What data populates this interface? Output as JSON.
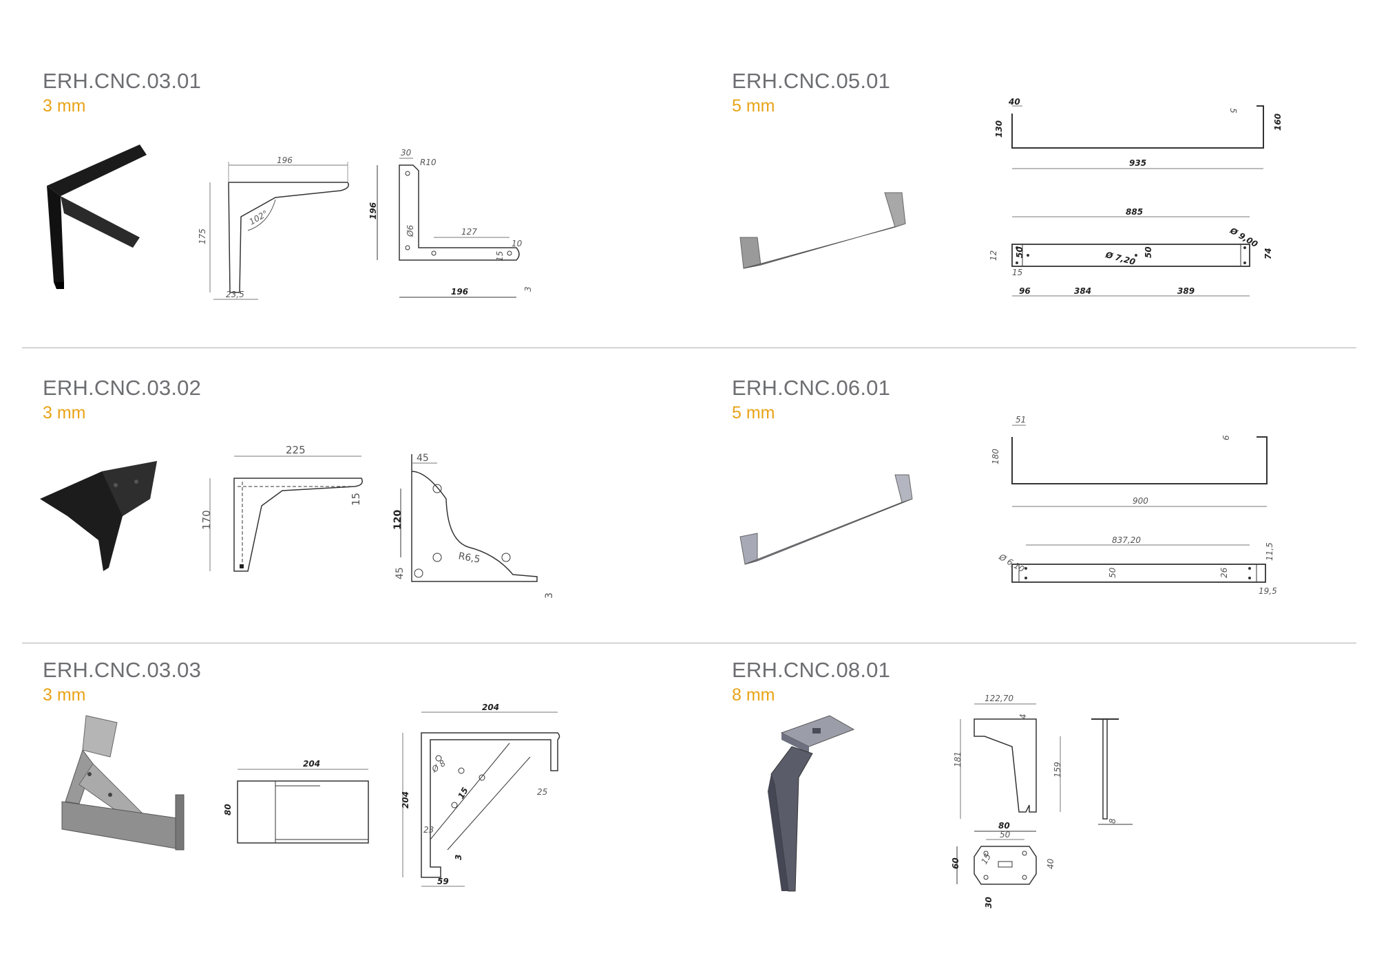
{
  "accent_color": "#e8a317",
  "products": [
    {
      "code": "ERH.CNC.03.01",
      "thickness": "3 mm",
      "dims": {
        "a": "196",
        "b": "175",
        "c": "102°",
        "d": "23,5",
        "e": "30",
        "f": "R10",
        "g": "196",
        "h": "Ø6",
        "i": "127",
        "j": "10",
        "k": "15",
        "l": "196",
        "m": "3"
      }
    },
    {
      "code": "ERH.CNC.05.01",
      "thickness": "5 mm",
      "dims": {
        "a": "40",
        "b": "130",
        "c": "5",
        "d": "160",
        "e": "935",
        "f": "885",
        "g": "Ø 9,00",
        "h": "Ø 7,20",
        "i": "12",
        "j": "50",
        "k": "50",
        "l": "74",
        "m": "15",
        "n": "96",
        "o": "384",
        "p": "389"
      }
    },
    {
      "code": "ERH.CNC.03.02",
      "thickness": "3 mm",
      "dims": {
        "a": "225",
        "b": "170",
        "c": "15",
        "d": "45",
        "e": "120",
        "f": "R6,5",
        "g": "45",
        "h": "3"
      }
    },
    {
      "code": "ERH.CNC.06.01",
      "thickness": "5 mm",
      "dims": {
        "a": "51",
        "b": "180",
        "c": "6",
        "d": "900",
        "e": "837,20",
        "f": "Ø 6,10",
        "g": "50",
        "h": "26",
        "i": "11,5",
        "j": "19,5"
      }
    },
    {
      "code": "ERH.CNC.03.03",
      "thickness": "3 mm",
      "dims": {
        "a": "204",
        "b": "80",
        "c": "204",
        "d": "204",
        "e": "Ø 8",
        "f": "25",
        "g": "23",
        "h": "15",
        "i": "3",
        "j": "59"
      }
    },
    {
      "code": "ERH.CNC.08.01",
      "thickness": "8 mm",
      "dims": {
        "a": "122,70",
        "b": "4",
        "c": "181",
        "d": "159",
        "e": "80",
        "f": "50",
        "g": "60",
        "h": "40",
        "i": "15",
        "j": "30",
        "k": "8"
      }
    }
  ]
}
